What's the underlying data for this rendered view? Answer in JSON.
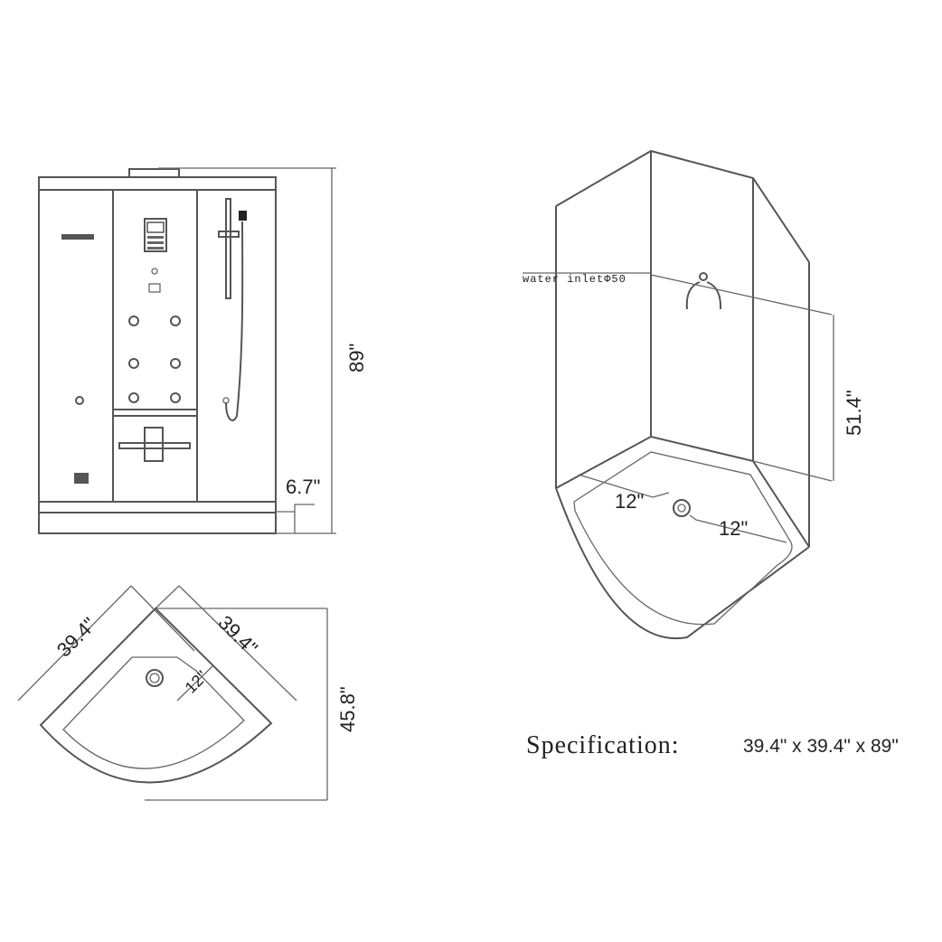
{
  "front_view": {
    "height_label": "89\"",
    "base_label": "6.7\""
  },
  "plan_view": {
    "side_a_label": "39.4\"",
    "side_b_label": "39.4\"",
    "drain_offset_label": "12\"",
    "depth_label": "45.8\""
  },
  "iso_view": {
    "water_inlet_label": "water inletΦ50",
    "inlet_height_label": "51.4\"",
    "drain_offset_a_label": "12\"",
    "drain_offset_b_label": "12\""
  },
  "specification": {
    "label": "Specification:",
    "value": "39.4\" x 39.4\" x 89\""
  },
  "colors": {
    "line": "#555555",
    "text": "#222222",
    "background": "#ffffff"
  }
}
